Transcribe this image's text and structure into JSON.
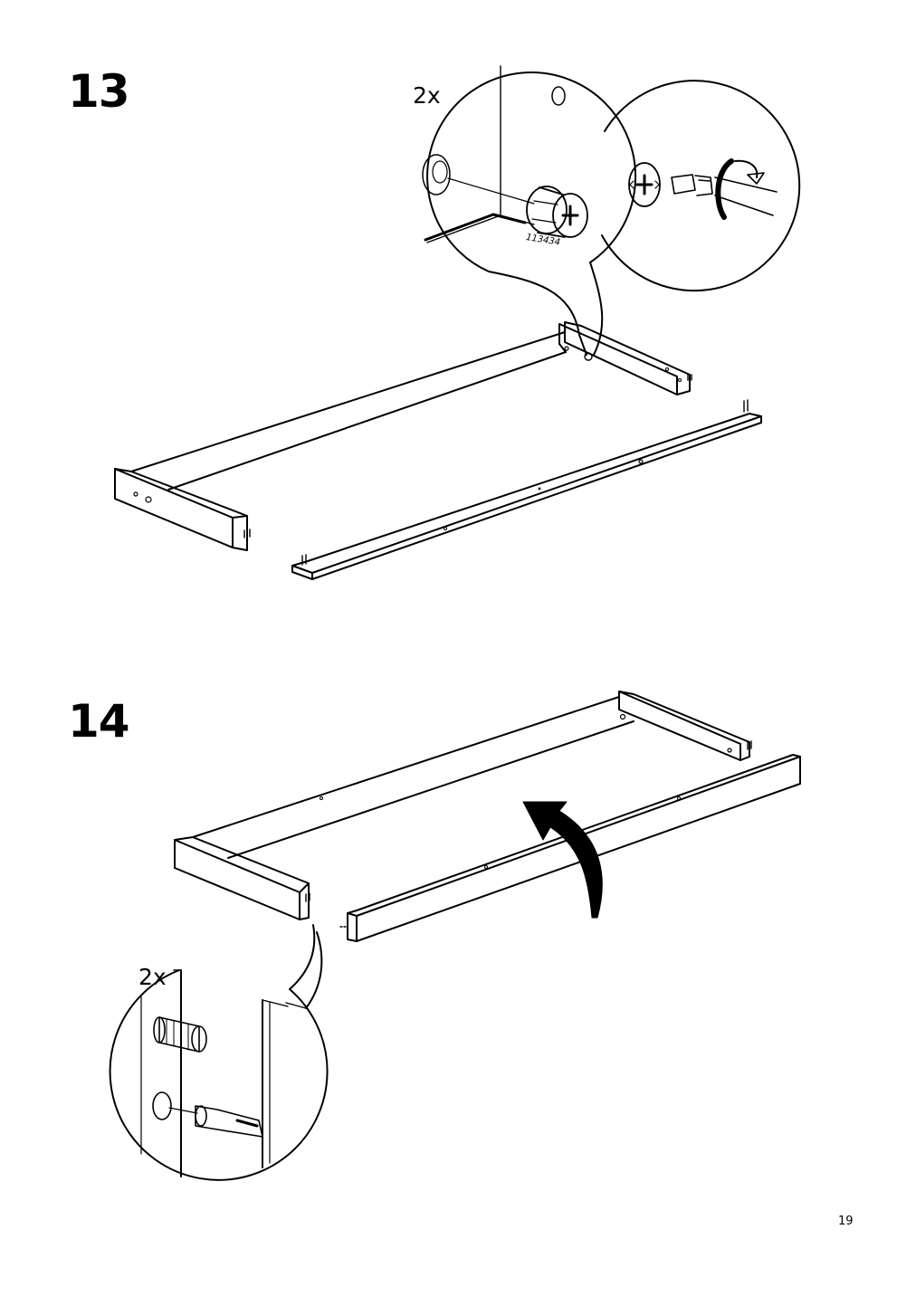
{
  "steps": [
    {
      "number": "13",
      "quantity": "2x",
      "part_number": "113434"
    },
    {
      "number": "14",
      "quantity": "2x"
    }
  ],
  "page_number": "19",
  "colors": {
    "line": "#000000",
    "background": "#ffffff"
  },
  "icons": [
    "cam-lock-fitting-icon",
    "screwdriver-icon",
    "rotation-arrow-icon",
    "wooden-dowel-icon",
    "flip-arrow-icon"
  ]
}
